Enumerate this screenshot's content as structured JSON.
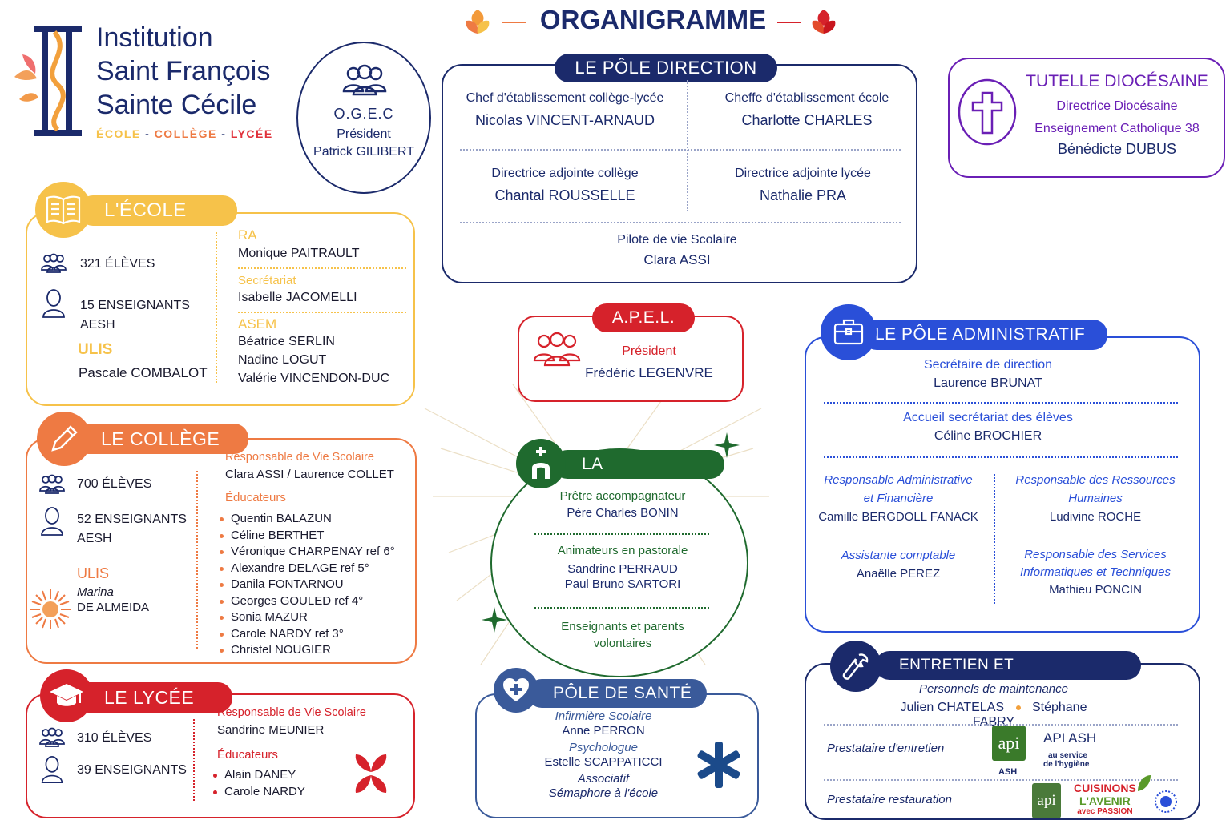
{
  "logo": {
    "line1": "Institution",
    "line2": "Saint François",
    "line3": "Sainte Cécile",
    "tag_ecole": "ÉCOLE",
    "tag_sep": "-",
    "tag_college": "COLLÈGE",
    "tag_lycee": "LYCÉE"
  },
  "header": {
    "title": "ORGANIGRAMME"
  },
  "ogec": {
    "name": "O.G.E.C",
    "role": "Président",
    "person": "Patrick GILIBERT"
  },
  "direction": {
    "title": "LE PÔLE DIRECTION",
    "cells": [
      {
        "role": "Chef d'établissement collège-lycée",
        "person": "Nicolas VINCENT-ARNAUD"
      },
      {
        "role": "Cheffe d'établissement école",
        "person": "Charlotte CHARLES"
      },
      {
        "role": "Directrice adjointe collège",
        "person": "Chantal ROUSSELLE"
      },
      {
        "role": "Directrice adjointe lycée",
        "person": "Nathalie PRA"
      },
      {
        "role": "Pilote de vie Scolaire",
        "person": "Clara ASSI"
      }
    ]
  },
  "tutelle": {
    "title": "TUTELLE DIOCÉSAINE",
    "role1": "Directrice Diocésaine",
    "role2": "Enseignement Catholique 38",
    "person": "Bénédicte DUBUS"
  },
  "ecole": {
    "title": "L'ÉCOLE",
    "eleves": "321 ÉLÈVES",
    "enseignants": "15 ENSEIGNANTS",
    "aesh": "AESH",
    "ulis_label": "ULIS",
    "ulis_person": "Pascale COMBALOT",
    "ra_label": "RA",
    "ra_person": "Monique PAITRAULT",
    "sec_label": "Secrétariat",
    "sec_person": "Isabelle JACOMELLI",
    "asem_label": "ASEM",
    "asem_people": [
      "Béatrice SERLIN",
      "Nadine LOGUT",
      "Valérie VINCENDON-DUC"
    ]
  },
  "college": {
    "title": "LE COLLÈGE",
    "eleves": "700 ÉLÈVES",
    "enseignants": "52 ENSEIGNANTS",
    "aesh": "AESH",
    "ulis_label": "ULIS",
    "ulis_first": "Marina",
    "ulis_last": "DE ALMEIDA",
    "rvs_label": "Responsable de Vie Scolaire",
    "rvs_person": "Clara ASSI / Laurence COLLET",
    "edu_label": "Éducateurs",
    "educateurs": [
      "Quentin BALAZUN",
      "Céline BERTHET",
      "Véronique CHARPENAY ref 6°",
      "Alexandre DELAGE ref 5°",
      "Danila FONTARNOU",
      "Georges GOULED ref 4°",
      "Sonia MAZUR",
      "Carole NARDY ref 3°",
      "Christel NOUGIER"
    ]
  },
  "lycee": {
    "title": "LE LYCÉE",
    "eleves": "310 ÉLÈVES",
    "enseignants": "39 ENSEIGNANTS",
    "rvs_label": "Responsable de Vie Scolaire",
    "rvs_person": "Sandrine MEUNIER",
    "edu_label": "Éducateurs",
    "educateurs": [
      "Alain DANEY",
      "Carole NARDY"
    ]
  },
  "apel": {
    "title": "A.P.E.L.",
    "role": "Président",
    "person": "Frédéric LEGENVRE"
  },
  "pastorale": {
    "title": "LA PASTORALE",
    "r1": "Prêtre accompagnateur",
    "p1": "Père Charles BONIN",
    "r2": "Animateurs en pastorale",
    "p2a": "Sandrine PERRAUD",
    "p2b": "Paul Bruno SARTORI",
    "r3a": "Enseignants et parents",
    "r3b": "volontaires"
  },
  "sante": {
    "title": "PÔLE DE SANTÉ",
    "r1": "Infirmière Scolaire",
    "p1": "Anne PERRON",
    "r2": "Psychologue",
    "p2": "Estelle SCAPPATICCI",
    "r3": "Associatif",
    "p3": "Sémaphore à l'école"
  },
  "admin": {
    "title": "LE PÔLE ADMINISTRATIF",
    "r1": "Secrétaire de direction",
    "p1": "Laurence BRUNAT",
    "r2": "Accueil secrétariat des élèves",
    "p2": "Céline BROCHIER",
    "r3a": "Responsable Administrative",
    "r3b": "et Financière",
    "p3": "Camille BERGDOLL FANACK",
    "r4a": "Responsable des Ressources",
    "r4b": "Humaines",
    "p4": "Ludivine ROCHE",
    "r5": "Assistante comptable",
    "p5": "Anaëlle PEREZ",
    "r6a": "Responsable des Services",
    "r6b": "Informatiques et Techniques",
    "p6": "Mathieu PONCIN"
  },
  "entretien": {
    "title": "ENTRETIEN ET MAINTENANCE",
    "r1": "Personnels de maintenance",
    "p1a": "Julien CHATELAS",
    "p1b": "Stéphane FABRY",
    "r2": "Prestataire d'entretien",
    "api_logo": "api",
    "api_sub": "ASH",
    "api_name": "API ASH",
    "api_tag1": "au service",
    "api_tag2": "de l'hygiène",
    "r3": "Prestataire restauration",
    "cuis1": "CUISINONS",
    "cuis2": "L'AVENIR",
    "cuis3": "avec PASSION"
  },
  "colors": {
    "navy": "#1b2a6b",
    "purple": "#6a1fb5",
    "yellow": "#f6c24a",
    "orange": "#ee7a43",
    "red": "#d6222b",
    "green": "#1f6a2e",
    "blue": "#2a4fd8",
    "steel": "#3a5a9a"
  }
}
